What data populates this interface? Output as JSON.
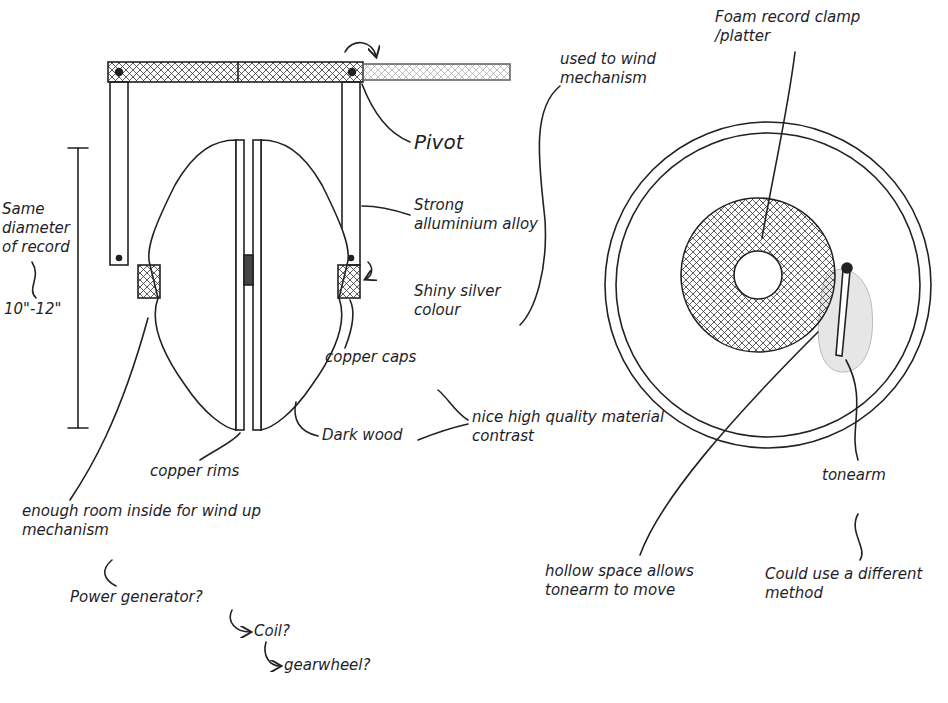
{
  "diagram": {
    "labels": [
      "Foam record clamp /platter",
      "used to wind mechanism",
      "Pivot",
      "Strong alluminium alloy",
      "Shiny silver colour",
      "Same diameter of record",
      "10\"-12\"",
      "copper caps",
      "Dark wood",
      "nice high quality material contrast",
      "copper rims",
      "enough room inside for wind up mechanism",
      "Power generator?",
      "Coil?",
      "gearwheel?",
      "tonearm",
      "Could use a different method",
      "hollow space allows tonearm to move"
    ]
  }
}
